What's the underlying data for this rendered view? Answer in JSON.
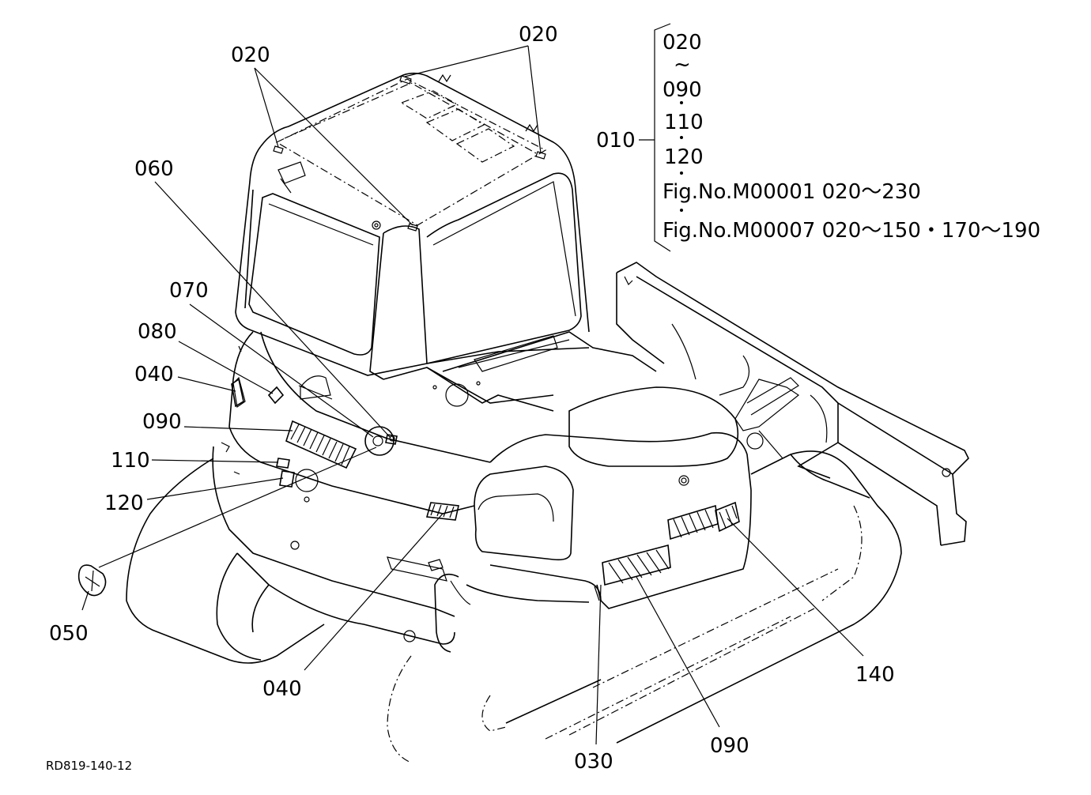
{
  "callouts": {
    "c020_left": "020",
    "c020_top": "020",
    "c060": "060",
    "c070": "070",
    "c080": "080",
    "c040_left": "040",
    "c090_left": "090",
    "c110": "110",
    "c120": "120",
    "c050": "050",
    "c040_bottom": "040",
    "c030": "030",
    "c090_bottom": "090",
    "c140": "140"
  },
  "legend": {
    "assembly": "010",
    "line1": "020",
    "tilde": "~",
    "line2": "090",
    "line3": "110",
    "line4": "120",
    "fig1": "Fig.No.M00001  020～230",
    "fig2": "Fig.No.M00007  020～150・170～190"
  },
  "drawing_id": "RD819-140-12"
}
